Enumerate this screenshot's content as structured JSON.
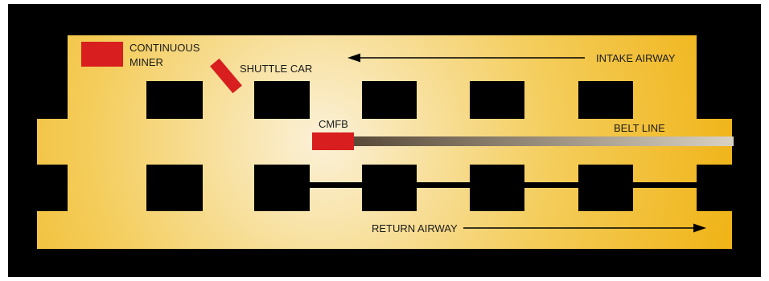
{
  "labels": {
    "continuous_miner_line1": "CONTINUOUS",
    "continuous_miner_line2": "MINER",
    "shuttle_car": "SHUTTLE CAR",
    "intake_airway": "INTAKE AIRWAY",
    "cmfb": "CMFB",
    "belt_line": "BELT LINE",
    "return_airway": "RETURN AIRWAY"
  },
  "colors": {
    "rock": "#000000",
    "airway_gold": "#f0b418",
    "airway_light": "#fbf1d8",
    "equipment_red": "#d81e1e",
    "belt_dark": "#5a4a38",
    "belt_light": "#d8d2c4",
    "arrow": "#000000"
  }
}
